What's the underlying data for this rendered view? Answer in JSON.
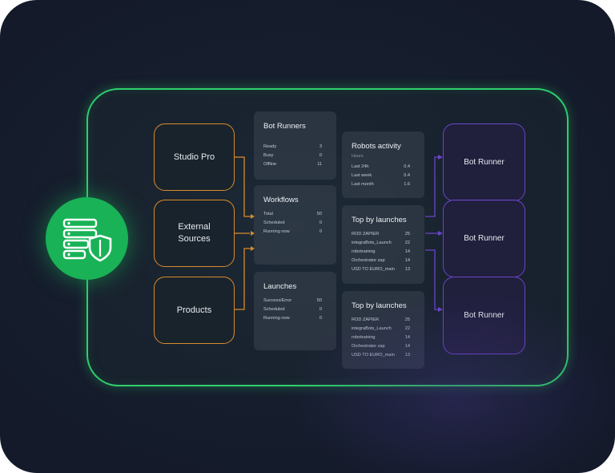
{
  "sources": [
    {
      "label": "Studio Pro"
    },
    {
      "label": "External Sources"
    },
    {
      "label": "Products"
    }
  ],
  "panels": {
    "bot_runners": {
      "title": "Bot Runners",
      "rows": [
        {
          "label": "Ready",
          "value": "3"
        },
        {
          "label": "Busy",
          "value": "0"
        },
        {
          "label": "Offline",
          "value": "11"
        }
      ]
    },
    "workflows": {
      "title": "Workflows",
      "rows": [
        {
          "label": "Total",
          "value": "50"
        },
        {
          "label": "Scheduled",
          "value": "0"
        },
        {
          "label": "Running now",
          "value": "0"
        }
      ]
    },
    "launches": {
      "title": "Launches",
      "rows": [
        {
          "label": "Success/Error",
          "value": "50"
        },
        {
          "label": "Scheduled",
          "value": "0"
        },
        {
          "label": "Running now",
          "value": "0"
        }
      ]
    },
    "robots_activity": {
      "title": "Robots activity",
      "subtitle": "Hours",
      "rows": [
        {
          "label": "Last 24h",
          "value": "0.4"
        },
        {
          "label": "Last week",
          "value": "0.4"
        },
        {
          "label": "Last month",
          "value": "1.6"
        }
      ]
    },
    "top_launches_1": {
      "title": "Top by launches",
      "rows": [
        {
          "label": "ROD ZAPIER",
          "value": "25"
        },
        {
          "label": "integraBots_Launch",
          "value": "22"
        },
        {
          "label": "robotraining",
          "value": "14"
        },
        {
          "label": "Orchestrator zap",
          "value": "14"
        },
        {
          "label": "USD TO EURO_main",
          "value": "13"
        }
      ]
    },
    "top_launches_2": {
      "title": "Top by launches",
      "rows": [
        {
          "label": "ROD ZAPIER",
          "value": "25"
        },
        {
          "label": "integraBots_Launch",
          "value": "22"
        },
        {
          "label": "robotraining",
          "value": "14"
        },
        {
          "label": "Orchestrator zap",
          "value": "14"
        },
        {
          "label": "USD TO EURO_main",
          "value": "13"
        }
      ]
    }
  },
  "runners": [
    {
      "label": "Bot Runner"
    },
    {
      "label": "Bot Runner"
    },
    {
      "label": "Bot Runner"
    }
  ],
  "colors": {
    "background": "#161d2c",
    "frame_border": "#2fd06a",
    "hub": "#19b257",
    "source_border": "#d98a2b",
    "runner_border": "#6b45c9",
    "panel": "#3a4450"
  },
  "icons": {
    "hub": "server-shield-icon"
  }
}
